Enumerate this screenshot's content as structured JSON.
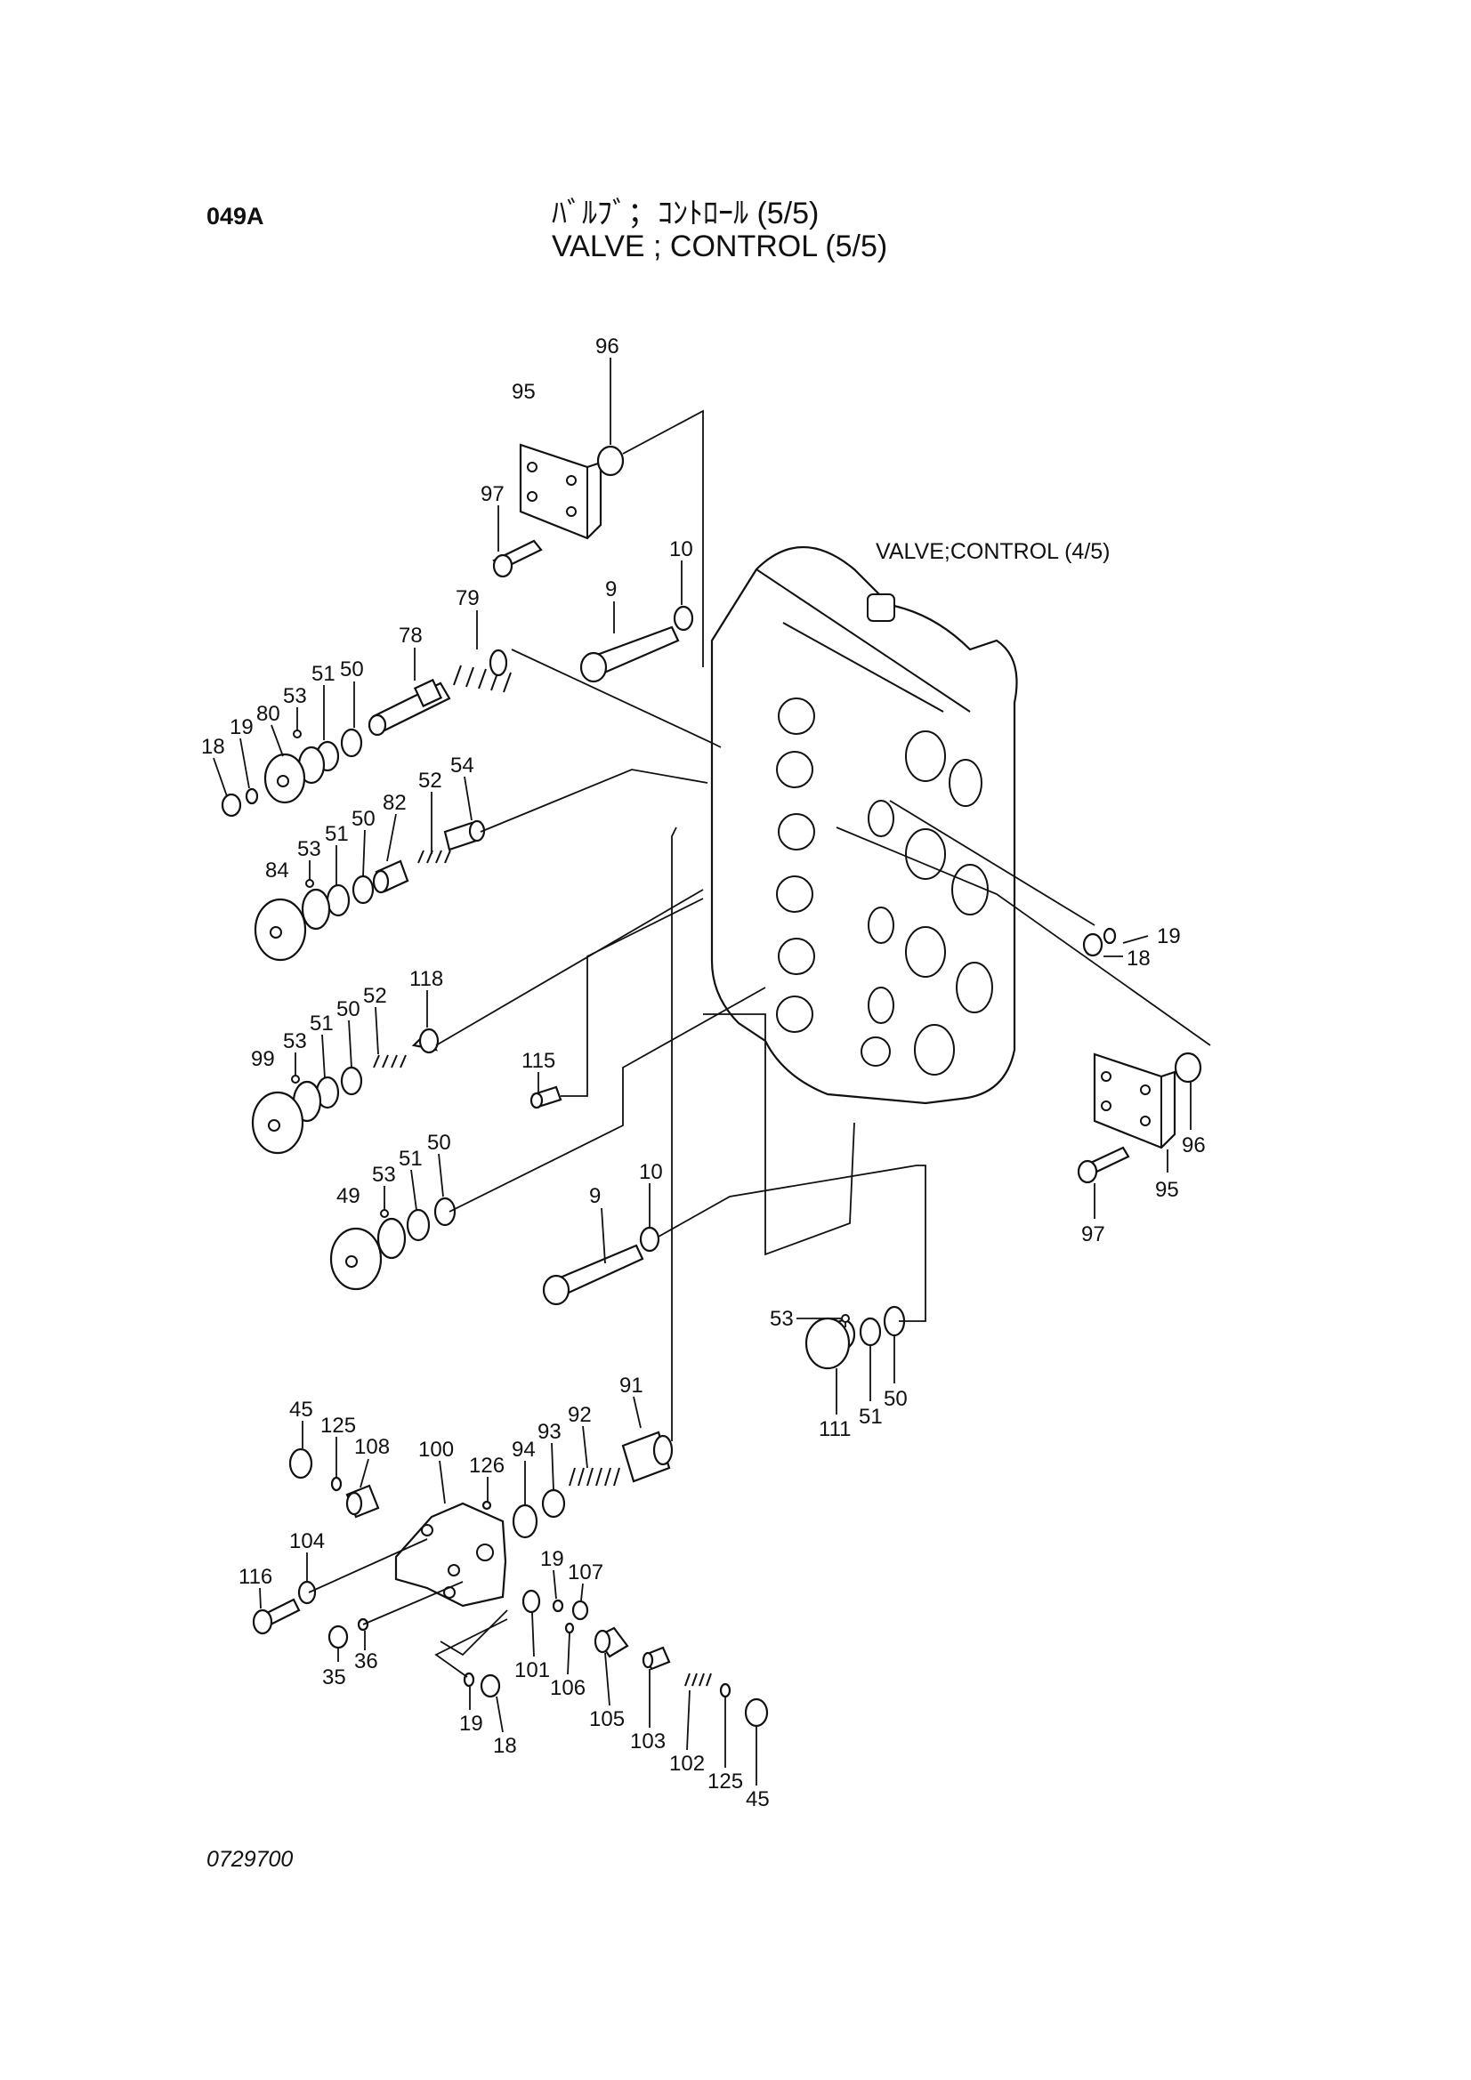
{
  "header": {
    "page_code": "049A",
    "title_jp": "ﾊﾞﾙﾌﾞ；ｺﾝﾄﾛｰﾙ (5/5)",
    "title_en": "VALVE ; CONTROL (5/5)"
  },
  "reference_label": "VALVE;CONTROL (4/5)",
  "drawing_number": "0729700",
  "callouts": [
    "96",
    "95",
    "97",
    "10",
    "9",
    "79",
    "78",
    "50",
    "51",
    "53",
    "80",
    "19",
    "18",
    "54",
    "52",
    "82",
    "50",
    "51",
    "53",
    "84",
    "19",
    "18",
    "118",
    "52",
    "50",
    "51",
    "53",
    "99",
    "115",
    "50",
    "51",
    "53",
    "49",
    "10",
    "9",
    "96",
    "95",
    "97",
    "53",
    "111",
    "51",
    "50",
    "91",
    "92",
    "93",
    "94",
    "126",
    "100",
    "108",
    "125",
    "45",
    "104",
    "116",
    "35",
    "36",
    "19",
    "107",
    "101",
    "106",
    "105",
    "103",
    "102",
    "125",
    "45",
    "19",
    "18"
  ]
}
